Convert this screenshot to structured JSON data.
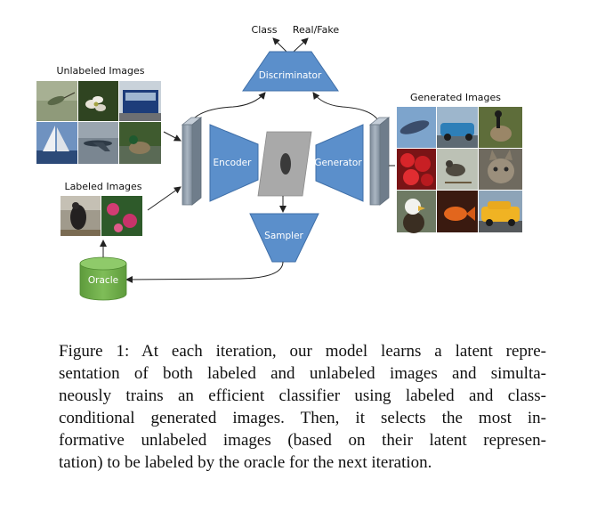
{
  "diagram": {
    "nodes": {
      "discriminator": "Discriminator",
      "encoder": "Encoder",
      "generator": "Generator",
      "sampler": "Sampler",
      "oracle": "Oracle"
    },
    "outputs": {
      "class": "Class",
      "real_fake": "Real/Fake"
    },
    "image_groups": {
      "unlabeled": "Unlabeled Images",
      "labeled": "Labeled Images",
      "generated": "Generated Images"
    },
    "thumbnails": {
      "unlabeled": [
        "hummingbird",
        "flower",
        "bus",
        "sailboat",
        "airplane",
        "duck"
      ],
      "labeled": [
        "bird",
        "flower"
      ],
      "generated": [
        "blimp",
        "car",
        "goose",
        "strawberries",
        "bird",
        "cat",
        "eagle",
        "goldfish",
        "taxi"
      ]
    }
  },
  "caption": {
    "lines": [
      "Figure 1: At each iteration, our model learns a latent repre-",
      "sentation of both labeled and unlabeled images and simulta-",
      "neously trains an efficient classifier using labeled and class-",
      "conditional generated images. Then, it selects the most in-",
      "formative unlabeled images (based on their latent represen-",
      "tation) to be labeled by the oracle for the next iteration."
    ]
  },
  "colors": {
    "module_blue": "#5b8fcb",
    "module_edge": "#3f6fa8",
    "oracle_green": "#6fae4a",
    "latent_gray": "#a9a9a9",
    "bar_gray": "#8e9aa7"
  }
}
